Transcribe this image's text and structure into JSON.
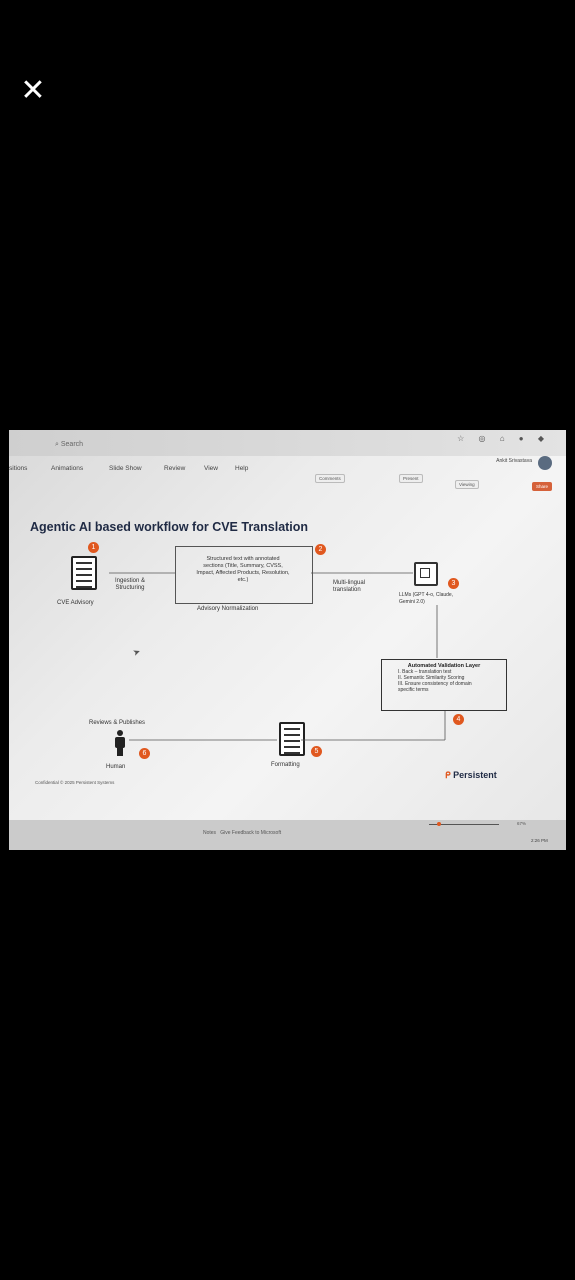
{
  "viewer": {
    "close_glyph": "✕"
  },
  "ppt": {
    "search": "Search",
    "user_name": "Ankit Srivastava",
    "ribbon": [
      "sitions",
      "Animations",
      "Slide Show",
      "Review",
      "View",
      "Help"
    ],
    "comments": "Comments",
    "present": "Present",
    "viewing": "Viewing",
    "share": "Share",
    "notes": "Notes",
    "feedback": "Give Feedback to Microsoft",
    "zoom": "67%",
    "time": "2:26 PM"
  },
  "slide": {
    "title": "Agentic AI based workflow for CVE Translation",
    "steps": [
      {
        "n": "1",
        "label": "CVE Advisory"
      },
      {
        "n": "2",
        "label": "Advisory Normalization"
      },
      {
        "n": "3",
        "label": "LLMs (GPT 4-o, Claude, Gemini 2.0)"
      },
      {
        "n": "4",
        "label": "Automated Validation Layer"
      },
      {
        "n": "5",
        "label": "Formatting"
      },
      {
        "n": "6",
        "label": "Human"
      }
    ],
    "ingestion": [
      "Ingestion &",
      "Structuring"
    ],
    "structured_text": [
      "Structured text with annotated",
      "sections (Title, Summary, CVSS,",
      "Impact, Affected Products, Resolution,",
      "etc.)"
    ],
    "multilingual": [
      "Multi-lingual",
      "translation"
    ],
    "validation_items": [
      "I.   Back – translation test",
      "II.  Semantic Similarity Scoring",
      "III. Ensure consistency of domain",
      "     specific terms"
    ],
    "reviews": "Reviews & Publishes",
    "confidential": "Confidential © 2025 Persistent Systems",
    "brand": "Persistent"
  },
  "colors": {
    "accent": "#e0581f",
    "title": "#1f2a44"
  }
}
